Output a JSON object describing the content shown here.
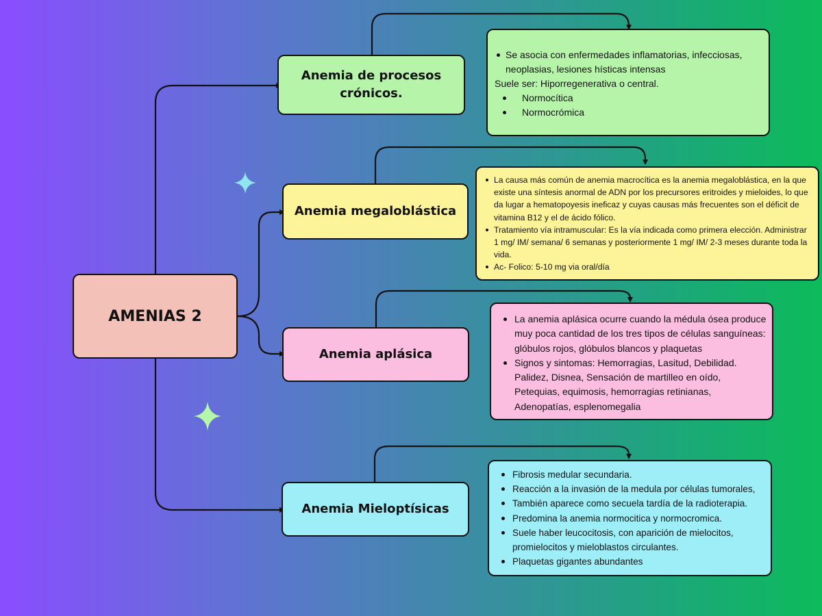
{
  "central": {
    "label": "AMENIAS 2"
  },
  "topics": [
    {
      "title": "Anemia de procesos crónicos.",
      "color": "#b6f5a9",
      "details": {
        "bullets": [
          "Se asocia con enfermedades inflamatorias, infecciosas, neoplasias, lesiones hísticas intensas"
        ],
        "text": "Suele ser: Hiporregenerativa o central.",
        "sub_bullets": [
          "Normocítica",
          "Normocrómica"
        ]
      }
    },
    {
      "title": "Anemia megaloblástica",
      "color": "#fdf49a",
      "details": {
        "bullets": [
          "La causa más común de anemia macrocítica es la anemia megaloblástica, en la que existe una síntesis anormal de ADN por los precursores eritroides y mieloides, lo que da lugar a hematopoyesis ineficaz y cuyas causas más frecuentes son el déficit de vitamina B12 y el de ácido fólico.",
          "Tratamiento vía intramuscular: Es la vía indicada como primera elección. Administrar 1 mg/ IM/ semana/ 6 semanas y posteriormente 1 mg/ IM/ 2-3 meses durante toda la vida.",
          "Ac- Folico: 5-10 mg via oral/día"
        ]
      }
    },
    {
      "title": "Anemia aplásica",
      "color": "#fbbde0",
      "details": {
        "bullets": [
          "La anemia aplásica ocurre cuando la médula ósea produce muy poca cantidad de los tres tipos de células sanguíneas: glóbulos rojos, glóbulos blancos y plaquetas",
          "Signos y sintomas: Hemorragias, Lasitud, Debilidad. Palidez, Disnea, Sensación de martilleo en oído, Petequias, equimosis, hemorragias retinianas, Adenopatías, esplenomegalia"
        ]
      }
    },
    {
      "title": "Anemia Mieloptísicas",
      "color": "#9eeef8",
      "details": {
        "bullets": [
          "Fibrosis medular secundaria.",
          "Reacción a la invasión de la medula por células tumorales,",
          "También aparece como secuela tardía de la radioterapia.",
          "Predomina la anemia normocitica y normocromica.",
          "Suele haber leucocitosis, con aparición de mielocitos, promielocitos y mieloblastos circulantes.",
          "Plaquetas gigantes abundantes"
        ]
      }
    }
  ],
  "decorations": [
    {
      "name": "sparkle-blue",
      "color": "#8ee6ee"
    },
    {
      "name": "sparkle-green",
      "color": "#b3f7a8"
    }
  ]
}
